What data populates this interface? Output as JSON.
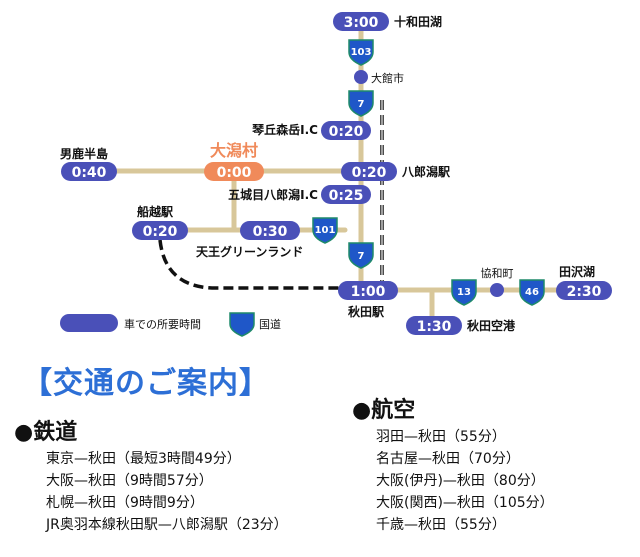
{
  "map": {
    "destination": "大潟村",
    "times": {
      "towada": "3:00",
      "oga": "0:40",
      "center": "0:00",
      "kotooka": "0:20",
      "hachirogata_station": "0:20",
      "gojome": "0:25",
      "funakoshi": "0:20",
      "tenno": "0:30",
      "akita_station": "1:00",
      "akita_airport": "1:30",
      "tazawako": "2:30"
    },
    "labels": {
      "towada": "十和田湖",
      "odate": "大館市",
      "oga": "男鹿半島",
      "kotooka": "琴丘森岳I.C",
      "hachirogata_station": "八郎潟駅",
      "gojome": "五城目八郎潟I.C",
      "funakoshi": "船越駅",
      "tenno": "天王グリーンランド",
      "akita_station": "秋田駅",
      "kyowa": "協和町",
      "tazawako": "田沢湖",
      "akita_airport": "秋田空港"
    },
    "routes": {
      "r103": "103",
      "r7a": "7",
      "r7b": "7",
      "r101": "101",
      "r13": "13",
      "r46": "46"
    },
    "legend": {
      "time_label": "車での所要時間",
      "road_label": "国道"
    },
    "colors": {
      "pill": "#4a50b8",
      "highlight_pill": "#f08a5a",
      "road": "#d8c79a",
      "shield": "#1f57c8",
      "railway": "#111111"
    }
  },
  "info": {
    "title": "【交通のご案内】",
    "rail_heading": "●鉄道",
    "air_heading": "●航空",
    "rail": [
      "東京—秋田（最短3時間49分）",
      "大阪—秋田（9時間57分）",
      "札幌—秋田（9時間9分）",
      "JR奥羽本線秋田駅—八郎潟駅（23分）"
    ],
    "air": [
      "羽田—秋田（55分）",
      "名古屋—秋田（70分）",
      "大阪(伊丹)—秋田（80分）",
      "大阪(関西)—秋田（105分）",
      "千歳—秋田（55分）"
    ]
  }
}
